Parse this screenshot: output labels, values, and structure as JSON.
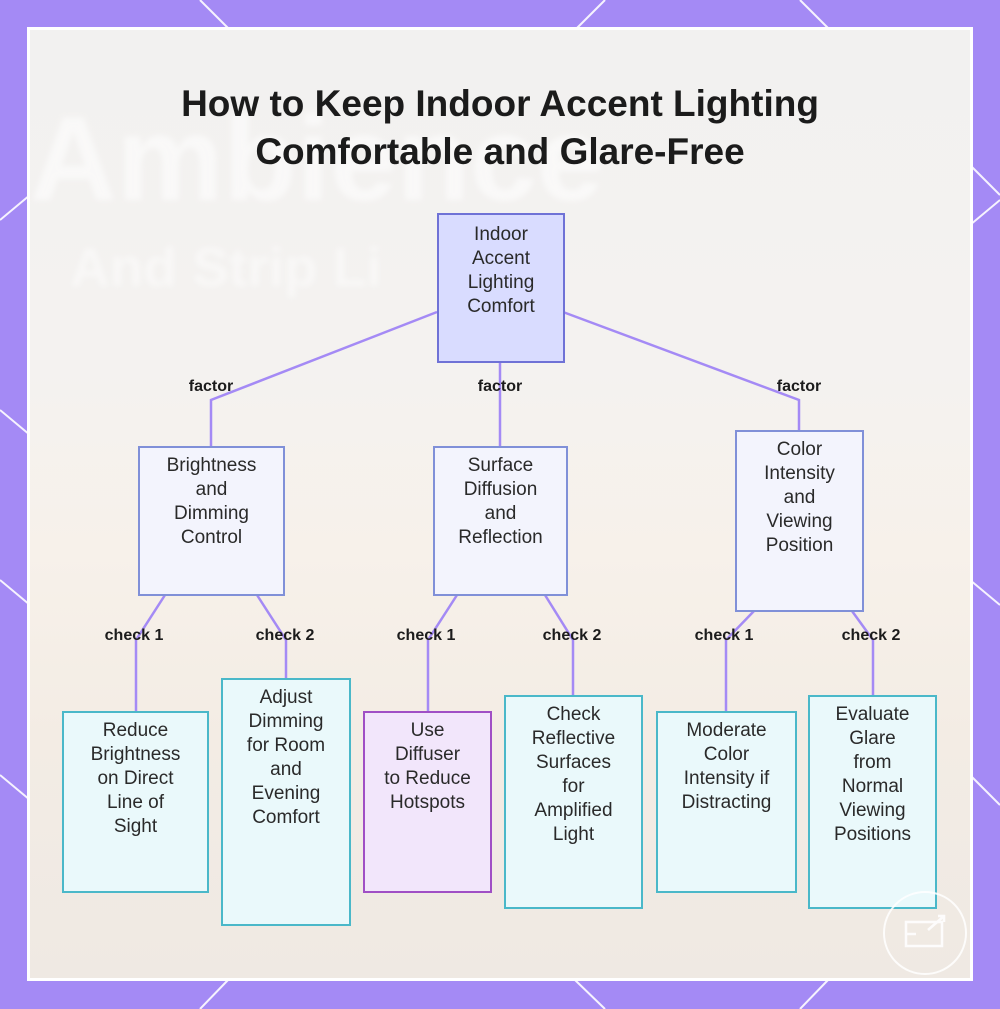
{
  "title": {
    "line1": "How to Keep Indoor Accent Lighting",
    "line2": "Comfortable and Glare-Free"
  },
  "background": {
    "ghost_word_1": "Ambience",
    "ghost_word_2": "And Strip Li"
  },
  "root": {
    "label": "Indoor\nAccent\nLighting\nComfort"
  },
  "factors": [
    {
      "label": "Brightness\nand\nDimming\nControl",
      "edge": "factor",
      "checks": [
        {
          "edge": "check 1",
          "label": "Reduce\nBrightness\non Direct\nLine of\nSight"
        },
        {
          "edge": "check 2",
          "label": "Adjust\nDimming\nfor Room\nand\nEvening\nComfort"
        }
      ]
    },
    {
      "label": "Surface\nDiffusion\nand\nReflection",
      "edge": "factor",
      "checks": [
        {
          "edge": "check 1",
          "label": "Use\nDiffuser\nto Reduce\nHotspots"
        },
        {
          "edge": "check 2",
          "label": "Check\nReflective\nSurfaces\nfor\nAmplified\nLight"
        }
      ]
    },
    {
      "label": "Color\nIntensity\nand\nViewing\nPosition",
      "edge": "factor",
      "checks": [
        {
          "edge": "check 1",
          "label": "Moderate\nColor\nIntensity if\nDistracting"
        },
        {
          "edge": "check 2",
          "label": "Evaluate\nGlare\nfrom\nNormal\nViewing\nPositions"
        }
      ]
    }
  ],
  "colors": {
    "frame": "#a48af5",
    "edge": "#a48af5",
    "root_fill": "#d9dcff",
    "factor_fill": "#f3f4fd",
    "check_fill": "#eaf9fb",
    "check_highlight_fill": "#f2e6fb"
  },
  "icons": {
    "corner_logo": "presentation-board-icon"
  }
}
